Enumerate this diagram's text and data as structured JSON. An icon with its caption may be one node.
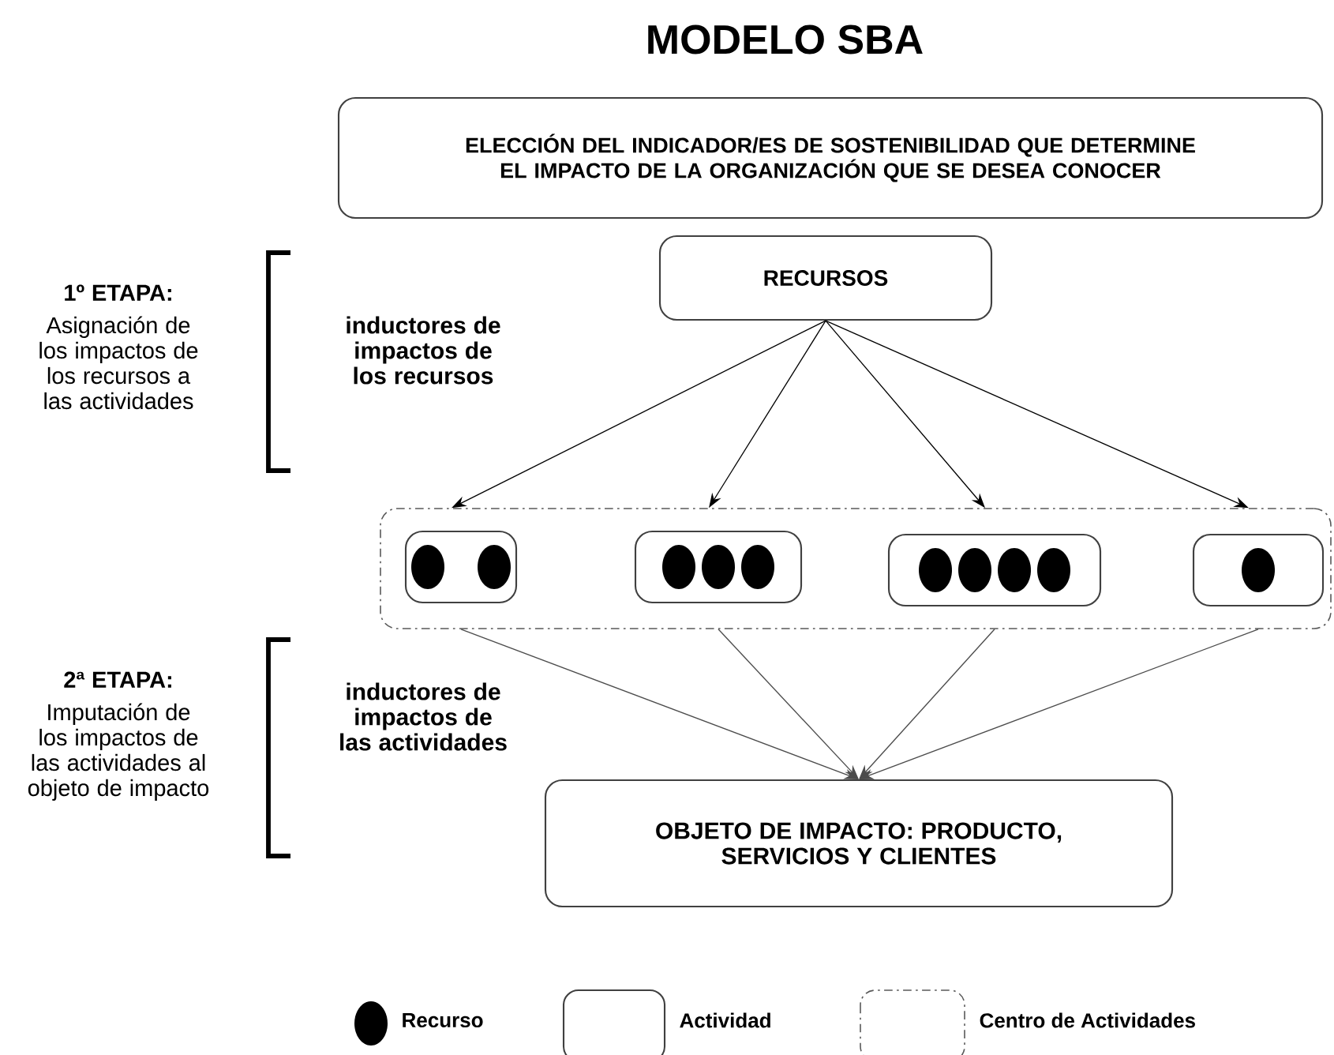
{
  "diagram": {
    "title": "MODELO SBA",
    "nodes": [
      {
        "text": [
          "ELECCIÓN DEL INDICADOR/ES DE SOSTENIBILIDAD QUE DETERMINE EL IMPACTO DE LA ORGANIZACIÓN QUE SE DESEA CONOCER"
        ]
      },
      {
        "text": [
          "RECURSOS"
        ]
      },
      {
        "text": [],
        "shape": "box"
      },
      {
        "text": [],
        "shape": "box",
        "in": 2
      },
      {
        "text": [],
        "shape": "box",
        "in": 2
      },
      {
        "text": [],
        "shape": "box",
        "in": 2
      },
      {
        "text": [],
        "shape": "box",
        "in": 2
      },
      {
        "text": [
          "OBJETO DE IMPACTO: PRODUCTO, SERVICIOS Y CLIENTES"
        ]
      }
    ],
    "edges": [
      {
        "from": 1,
        "to": 3,
        "arrow": "to"
      },
      {
        "from": 1,
        "to": 4,
        "arrow": "to"
      },
      {
        "from": 1,
        "to": 5,
        "arrow": "to"
      },
      {
        "from": 1,
        "to": 6,
        "arrow": "to"
      },
      {
        "from": 3,
        "to": 7,
        "arrow": "to"
      },
      {
        "from": 4,
        "to": 7,
        "arrow": "to"
      },
      {
        "from": 5,
        "to": 7,
        "arrow": "to"
      },
      {
        "from": 6,
        "to": 7,
        "arrow": "to"
      }
    ],
    "labels": [
      "1º ETAPA:",
      "Asignación de los impactos de los recursos a las actividades",
      "inductores de impactos de los recursos",
      "2ª ETAPA:",
      "Imputación de los impactos de las actividades al objeto de impacto",
      "inductores de impactos de las actividades"
    ],
    "legend": [
      {
        "text": "Recurso"
      },
      {
        "text": "Actividad"
      },
      {
        "text": "Centro de Actividades"
      }
    ]
  }
}
